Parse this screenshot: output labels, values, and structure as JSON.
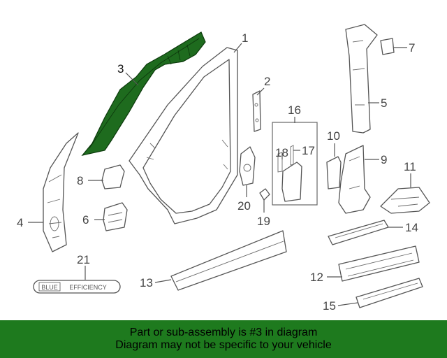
{
  "diagram": {
    "highlight_color": "#1e6b1e",
    "callouts": [
      {
        "id": "1",
        "label": "1"
      },
      {
        "id": "2",
        "label": "2"
      },
      {
        "id": "3",
        "label": "3"
      },
      {
        "id": "4",
        "label": "4"
      },
      {
        "id": "5",
        "label": "5"
      },
      {
        "id": "6",
        "label": "6"
      },
      {
        "id": "7",
        "label": "7"
      },
      {
        "id": "8",
        "label": "8"
      },
      {
        "id": "9",
        "label": "9"
      },
      {
        "id": "10",
        "label": "10"
      },
      {
        "id": "11",
        "label": "11"
      },
      {
        "id": "12",
        "label": "12"
      },
      {
        "id": "13",
        "label": "13"
      },
      {
        "id": "14",
        "label": "14"
      },
      {
        "id": "15",
        "label": "15"
      },
      {
        "id": "16",
        "label": "16"
      },
      {
        "id": "17",
        "label": "17"
      },
      {
        "id": "18",
        "label": "18"
      },
      {
        "id": "19",
        "label": "19"
      },
      {
        "id": "20",
        "label": "20"
      },
      {
        "id": "21",
        "label": "21"
      }
    ],
    "badge": {
      "left": "BLUE",
      "right": "EFFICIENCY"
    }
  },
  "banner": {
    "background": "#1e7a1e",
    "line1": "Part or sub-assembly is #3 in diagram",
    "line2": "Diagram may not be specific to your vehicle"
  }
}
